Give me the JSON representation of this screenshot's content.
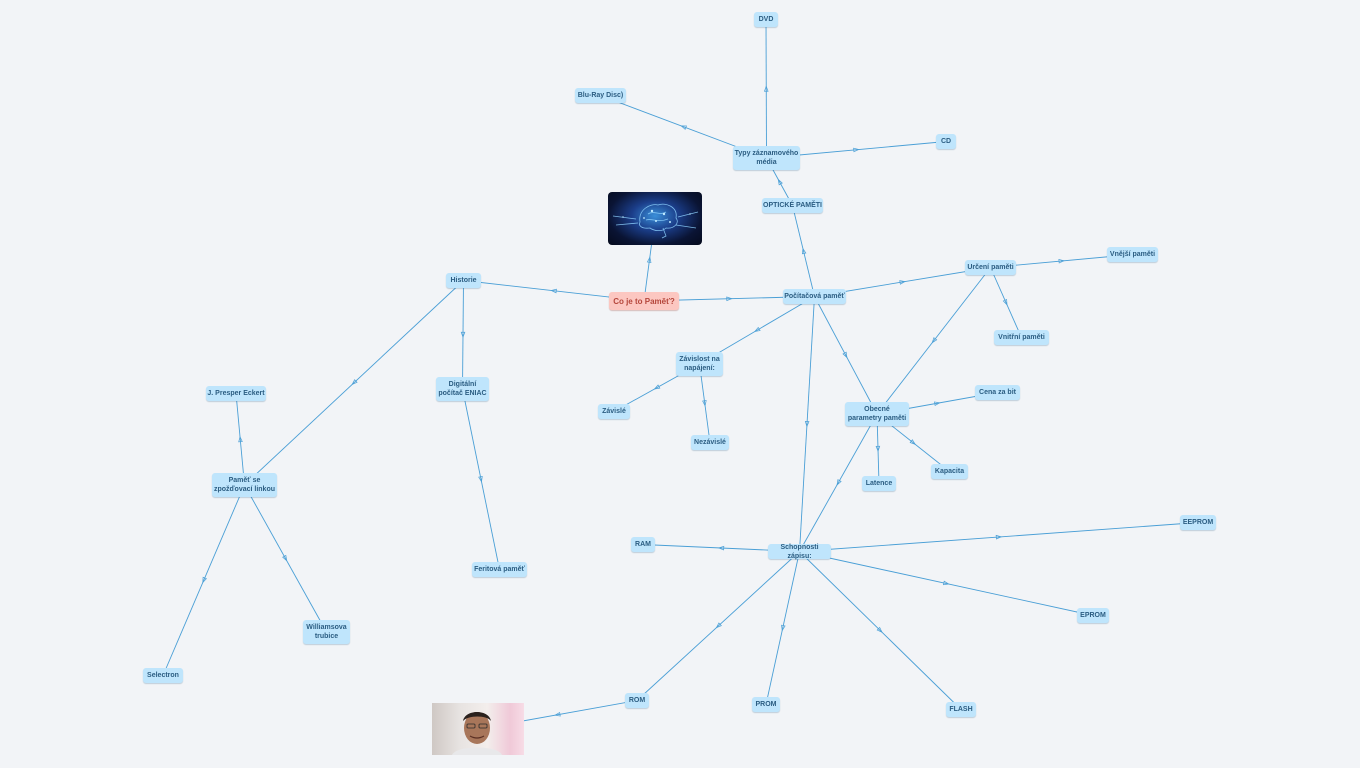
{
  "nodes": {
    "root": "Co je to Paměť?",
    "pocitacova": "Počítačová paměť",
    "opticke": "OPTICKÉ PAMĚTI",
    "typy": "Typy záznamového\nmédia",
    "dvd": "DVD",
    "bluray": "Blu-Ray Disc)",
    "cd": "CD",
    "urceni": "Určení paměti",
    "vnejsi": "Vnější paměti",
    "vnitrni": "Vnitřní paměti",
    "zavislost": "Závislost na\nnapájení:",
    "zavisle": "Závislé",
    "nezavisle": "Nezávislé",
    "obecne": "Obecné\nparametry paměti",
    "cena": "Cena za bit",
    "kapacita": "Kapacita",
    "latence": "Latence",
    "schopnosti": "Schopnosti zápisu:",
    "ram": "RAM",
    "eeprom": "EEPROM",
    "eprom": "EPROM",
    "flash": "FLASH",
    "prom": "PROM",
    "rom": "ROM",
    "historie": "Historie",
    "eniac": "Digitální\npočítač ENIAC",
    "feritova": "Feritová paměť",
    "zpozdovaci": "Paměť se\nzpožďovací linkou",
    "eckert": "J. Presper Eckert",
    "williamsova": "Williamsova\ntrubice",
    "selectron": "Selectron"
  },
  "colors": {
    "node_fill": "#bfe5fc",
    "node_text": "#2b5d82",
    "root_fill": "#fcc7c1",
    "root_text": "#b5463b",
    "edge": "#4a9fd6",
    "background": "#f2f4f7"
  },
  "images": {
    "brain": "brain-image",
    "photo": "person-photo"
  }
}
